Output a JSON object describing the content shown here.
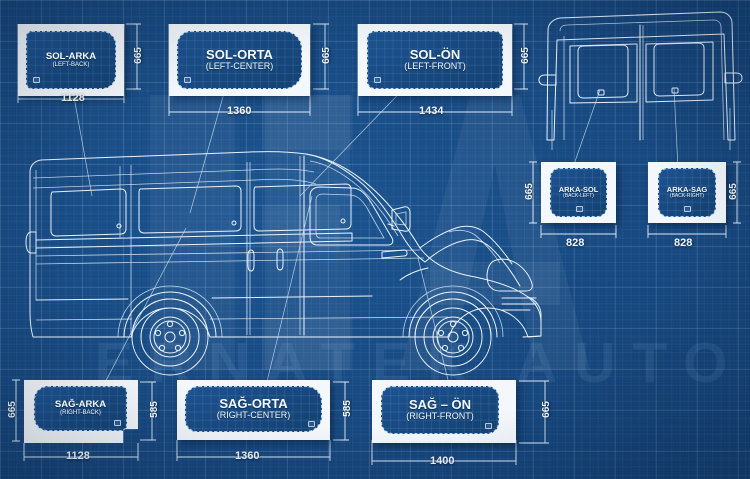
{
  "document": {
    "kind": "blueprint",
    "subject": "van-glass-panel-dimension-sheet",
    "watermark_text": "ERNATEK AUTO",
    "watermark_logo": "eka-logo"
  },
  "colors": {
    "background_blue": "#17487f",
    "background_blue_dark": "#0e3258",
    "line_white": "#eaf3ff",
    "plate_white": "#f4f8fc",
    "glass_blue": "#1d5391"
  },
  "panels": {
    "top_row": [
      {
        "id": "sol-arka",
        "name": "SOL-ARKA",
        "sub": "(LEFT-BACK)",
        "width_label": "1128",
        "height_label": "665"
      },
      {
        "id": "sol-orta",
        "name": "SOL-ORTA",
        "sub": "(LEFT-CENTER)",
        "width_label": "1360",
        "height_label": "665"
      },
      {
        "id": "sol-on",
        "name": "SOL-ÖN",
        "sub": "(LEFT-FRONT)",
        "width_label": "1434",
        "height_label": "665"
      }
    ],
    "right_row": [
      {
        "id": "arka-sol",
        "name": "ARKA-SOL",
        "sub": "(BACK-LEFT)",
        "width_label": "828",
        "height_label": "665"
      },
      {
        "id": "arka-sag",
        "name": "ARKA-SAG",
        "sub": "(BACK-RIGHT)",
        "width_label": "828",
        "height_label": "665"
      }
    ],
    "bottom_row": [
      {
        "id": "sag-arka",
        "name": "SAĞ-ARKA",
        "sub": "(RIGHT-BACK)",
        "width_label": "1128",
        "height_label": "665"
      },
      {
        "id": "sag-orta",
        "name": "SAĞ-ORTA",
        "sub": "(RIGHT-CENTER)",
        "width_label": "1360",
        "height_label": "585"
      },
      {
        "id": "sag-on",
        "name": "SAĞ – ÖN",
        "sub": "(RIGHT-FRONT)",
        "width_label": "1400",
        "height_label": "665"
      }
    ],
    "extra_height_labels": {
      "sag_arka_right": "585",
      "sag_orta_right": "585"
    }
  },
  "drawings": {
    "side_view": "van-side-view-left-profile",
    "rear_view": "van-rear-doors-view"
  }
}
